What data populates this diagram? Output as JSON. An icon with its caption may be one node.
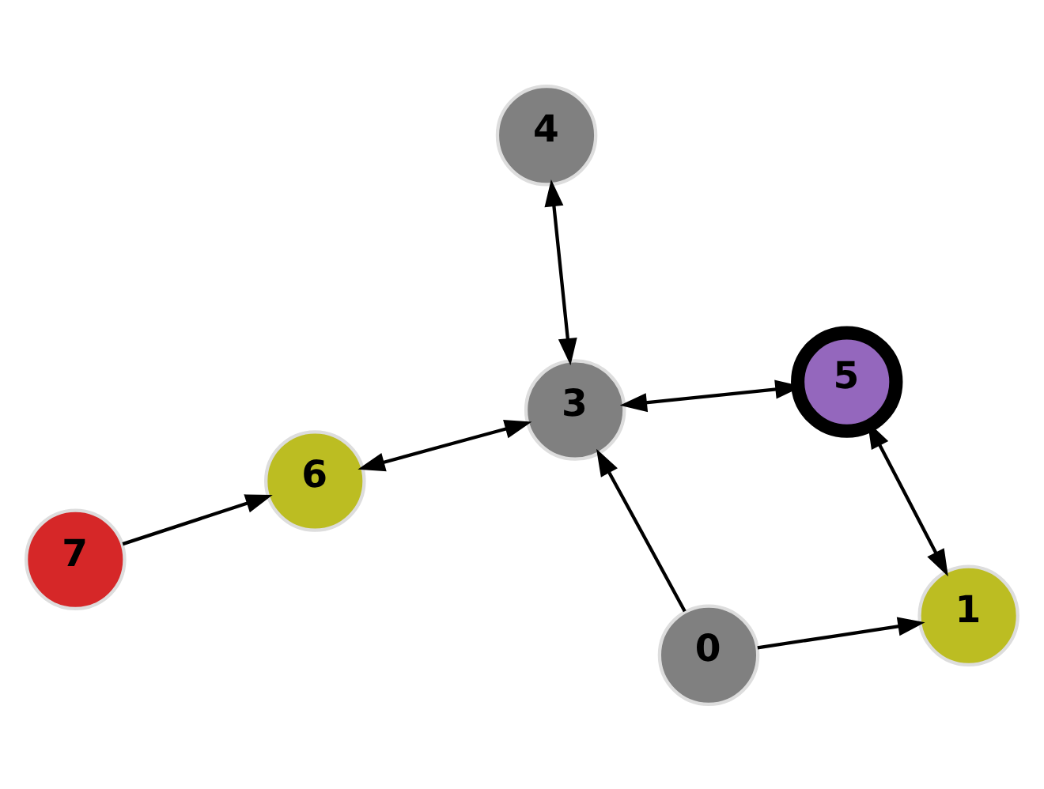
{
  "diagram": {
    "nodes": [
      {
        "text": [
          "0"
        ]
      },
      {
        "text": [
          "1"
        ]
      },
      {
        "text": [
          "3"
        ]
      },
      {
        "text": [
          "4"
        ]
      },
      {
        "text": [
          "5"
        ]
      },
      {
        "text": [
          "6"
        ]
      },
      {
        "text": [
          "7"
        ]
      }
    ],
    "edges": [
      {
        "from": 6,
        "to": 5,
        "arrow": "to"
      },
      {
        "from": 5,
        "to": 2,
        "arrow": "both"
      },
      {
        "from": 3,
        "to": 2,
        "arrow": "both"
      },
      {
        "from": 0,
        "to": 2,
        "arrow": "to"
      },
      {
        "from": 2,
        "to": 4,
        "arrow": "both"
      },
      {
        "from": 4,
        "to": 1,
        "arrow": "both"
      },
      {
        "from": 0,
        "to": 1,
        "arrow": "to"
      }
    ]
  }
}
